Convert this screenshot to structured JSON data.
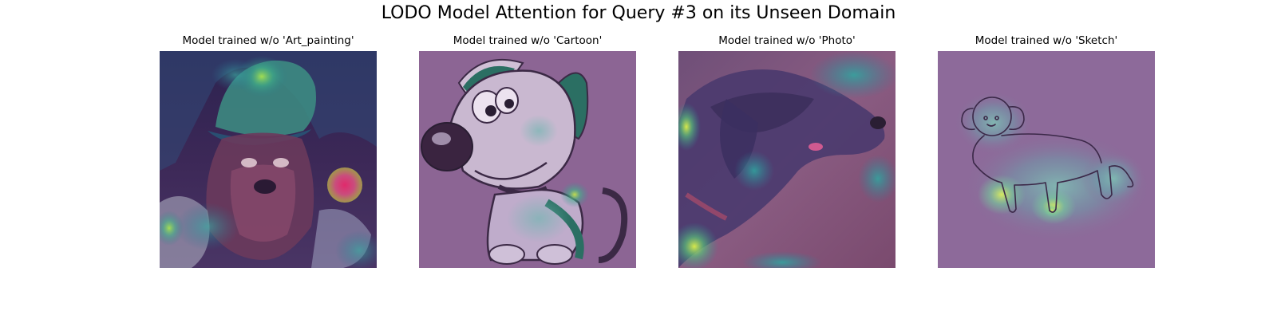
{
  "figure": {
    "title": "LODO Model Attention for Query #3 on its Unseen Domain"
  },
  "panels": [
    {
      "title": "Model trained w/o 'Art_painting'",
      "image": "attention-heatmap-overlay-dog-art-painting"
    },
    {
      "title": "Model trained w/o 'Cartoon'",
      "image": "attention-heatmap-overlay-dog-cartoon"
    },
    {
      "title": "Model trained w/o 'Photo'",
      "image": "attention-heatmap-overlay-dog-photo"
    },
    {
      "title": "Model trained w/o 'Sketch'",
      "image": "attention-heatmap-overlay-dog-sketch"
    }
  ],
  "colors": {
    "background": "#ffffff",
    "heatmap_low": "#5e3668",
    "heatmap_mid": "#2f8f95",
    "heatmap_high": "#9fe05a"
  }
}
